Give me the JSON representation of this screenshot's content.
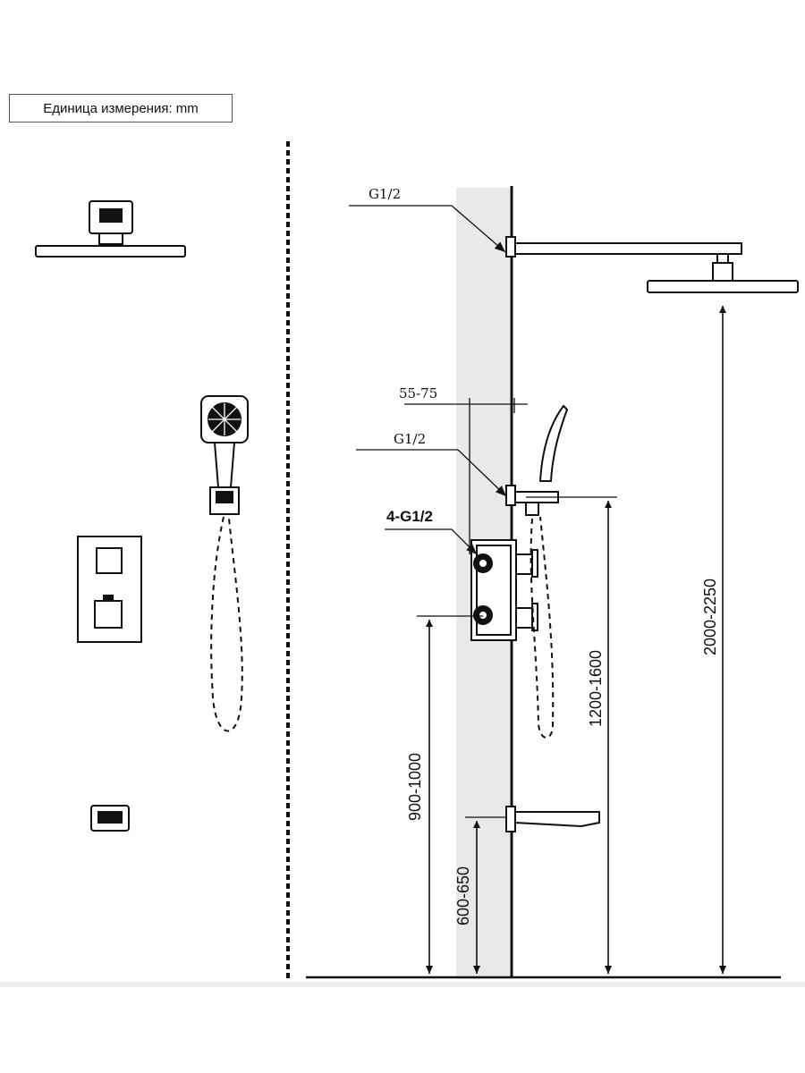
{
  "legend": {
    "units": "Единица измерения: mm"
  },
  "callouts": {
    "top_inlet": "G1/2",
    "handshower_inlet": "G1/2",
    "mixer_inlets": "4-G1/2",
    "wall_depth": "55-75"
  },
  "dimensions": {
    "overhead_height": "2000-2250",
    "handshower_height": "1200-1600",
    "mixer_height": "900-1000",
    "spout_height": "600-650"
  },
  "colors": {
    "line": "#111111",
    "wall": "#e9e9e9",
    "floor_shadow": "#eeeeee"
  }
}
